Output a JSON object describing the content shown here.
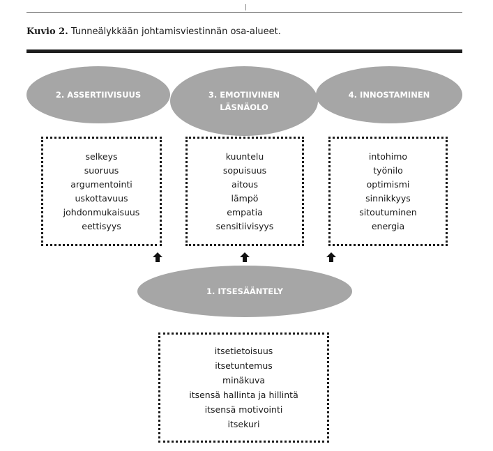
{
  "caption": {
    "label": "Kuvio 2.",
    "text": " Tunneälykkään johtamisviestinnän osa-alueet."
  },
  "domains": {
    "assertiivisuus": {
      "title": "2. ASSERTIIVISUUS",
      "items": [
        "selkeys",
        "suoruus",
        "argumentointi",
        "uskottavuus",
        "johdonmukaisuus",
        "eettisyys"
      ]
    },
    "emotiivinen": {
      "title": "3. EMOTIIVINEN\nLÄSNÄOLO",
      "items": [
        "kuuntelu",
        "sopuisuus",
        "aitous",
        "lämpö",
        "empatia",
        "sensitiivisyys"
      ]
    },
    "innostaminen": {
      "title": "4. INNOSTAMINEN",
      "items": [
        "intohimo",
        "työnilo",
        "optimismi",
        "sinnikkyys",
        "sitoutuminen",
        "energia"
      ]
    },
    "itsesaantely": {
      "title": "1. ITSESÄÄNTELY",
      "items": [
        "itsetietoisuus",
        "itsetuntemus",
        "minäkuva",
        "itsensä hallinta ja hillintä",
        "itsensä motivointi",
        "itsekuri"
      ]
    }
  },
  "colors": {
    "ellipse_fill": "#a6a6a6",
    "ellipse_text": "#ffffff",
    "box_border": "#1a1a1a",
    "rule": "#1e1e1e"
  },
  "icons": {
    "arrow": "arrow-up-icon"
  }
}
